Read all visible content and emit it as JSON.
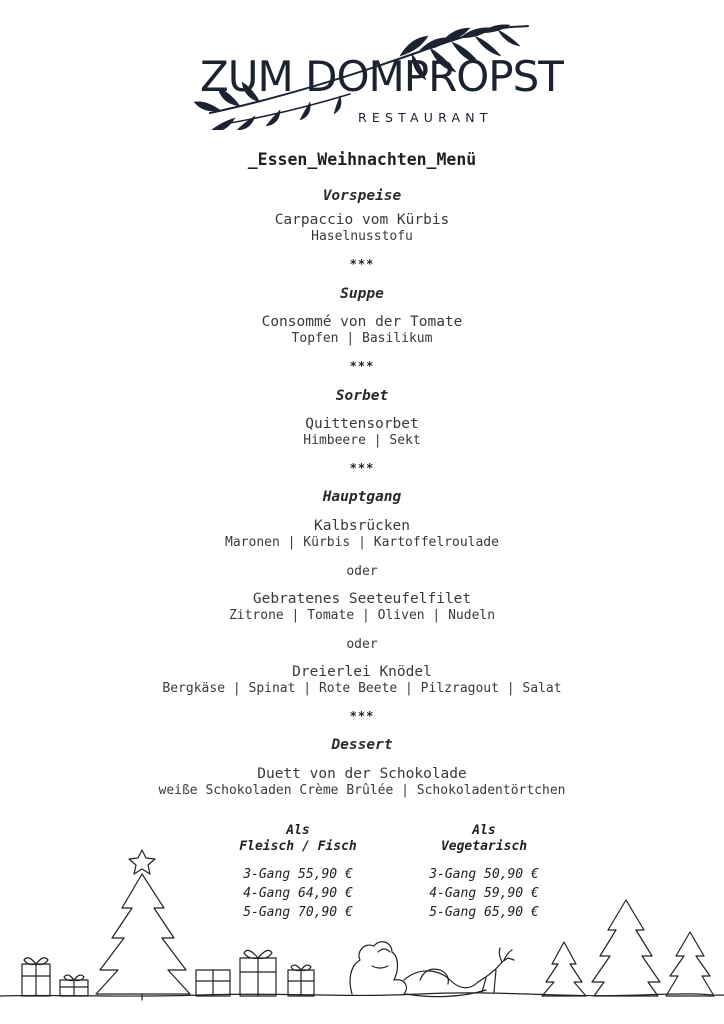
{
  "logo": {
    "name": "ZUM DOMPROPST",
    "sub": "RESTAURANT"
  },
  "menu_title": "_Essen_Weihnachten_Menü",
  "courses": {
    "vorspeise": {
      "label": "Vorspeise",
      "dish": "Carpaccio vom Kürbis",
      "detail": "Haselnusstofu"
    },
    "suppe": {
      "label": "Suppe",
      "dish": "Consommé von der Tomate",
      "detail": "Topfen | Basilikum"
    },
    "sorbet": {
      "label": "Sorbet",
      "dish": "Quittensorbet",
      "detail": "Himbeere | Sekt"
    },
    "hauptgang": {
      "label": "Hauptgang",
      "options": [
        {
          "dish": "Kalbsrücken",
          "detail": "Maronen | Kürbis | Kartoffelroulade"
        },
        {
          "dish": "Gebratenes Seeteufelfilet",
          "detail": "Zitrone | Tomate | Oliven |  Nudeln"
        },
        {
          "dish": "Dreierlei Knödel",
          "detail": "Bergkäse | Spinat | Rote Beete | Pilzragout | Salat"
        }
      ],
      "or": "oder"
    },
    "dessert": {
      "label": "Dessert",
      "dish": "Duett von der Schokolade",
      "detail": "weiße Schokoladen Crème Brûlée | Schokoladentörtchen"
    }
  },
  "separator": "***",
  "prices": {
    "meat": {
      "heading_line1": "Als",
      "heading_line2": "Fleisch / Fisch",
      "items": [
        "3-Gang 55,90 €",
        "4-Gang 64,90 €",
        "5-Gang 70,90 €"
      ]
    },
    "veg": {
      "heading_line1": "Als",
      "heading_line2": "Vegetarisch",
      "items": [
        "3-Gang 50,90 €",
        "4-Gang 59,90 €",
        "5-Gang 65,90 €"
      ]
    }
  },
  "colors": {
    "text": "#3a3a3a",
    "logo": "#1b2230"
  },
  "icons": {
    "logo_branch": "leaf-branch-icon",
    "decoration": "christmas-line-drawing"
  }
}
